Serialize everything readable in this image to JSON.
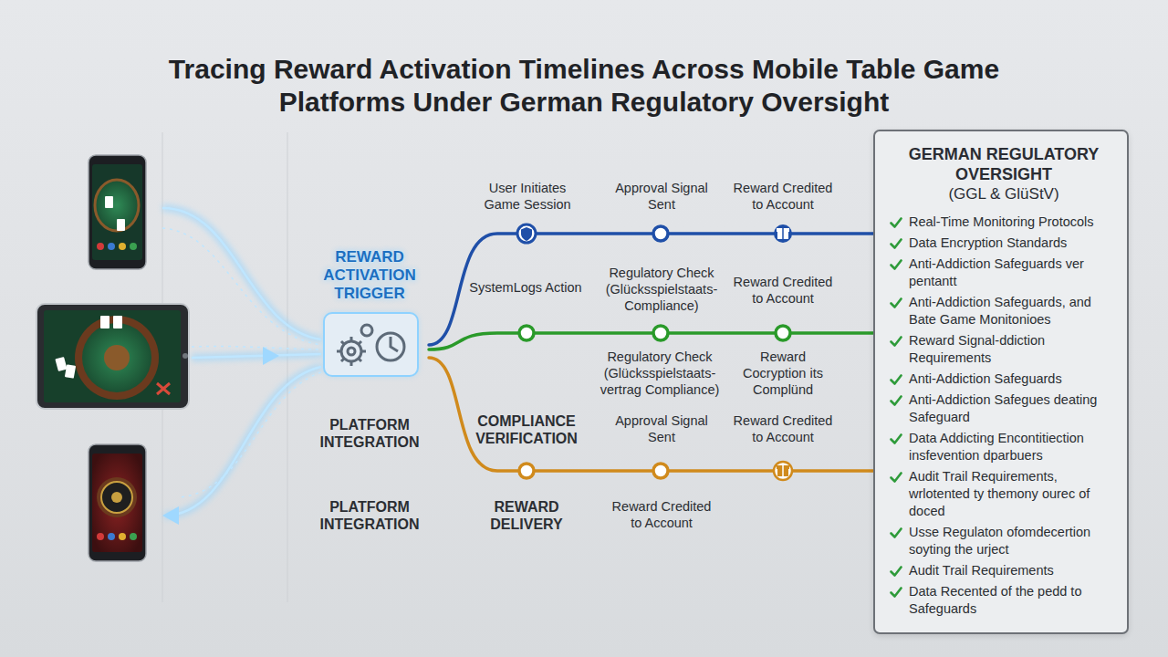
{
  "diagram": {
    "title": "Tracing Reward Activation Timelines Across Mobile Table Game Platforms Under German Regulatory Oversight",
    "nodes": [
      {
        "text": [
          "REWARD ACTIVATION TRIGGER"
        ]
      },
      {
        "text": [
          "GERMAN REGULATORY OVERSIGHT",
          "(GGL & GlüStV)",
          "Real-Time Monitoring Protocols",
          "Data Encryption Standards",
          "Anti-Addiction Safeguards ver pentantt",
          "Anti-Addiction Safeguards, and Bate Game Monitonioes",
          "Reward Signal-ddiction Requirements",
          "Anti-Addiction Safeguards",
          "Anti-Addiction Safegues deating Safeguard",
          "Data Addicting Encontitiection insfevention dparbuers",
          "Audit Trail Requirements, wrlotented ty themony ourec of doced",
          "Usse Regulaton ofomdecertion soyting the urject",
          "Audit Trail Requirements",
          "Data Recented of the pedd to Safeguards"
        ]
      }
    ],
    "edges": [
      {
        "from": 0,
        "to": 1,
        "arrow": "none"
      },
      {
        "from": 0,
        "to": 1,
        "arrow": "none"
      },
      {
        "from": 0,
        "to": 1,
        "arrow": "none"
      }
    ],
    "labels": [
      "User Initiates Game Session",
      "Approval Signal Sent",
      "Reward Credited to Account",
      "SystemLogs Action",
      "Regulatory Check (Glücksspielstaats-Compliance)",
      "Reward Credited to Account",
      "Regulatory Check (Glücksspielstaats-vertrag Compliance)",
      "Reward Cocryption its Complünd",
      "PLATFORM INTEGRATION",
      "COMPLIANCE VERIFICATION",
      "Approval Signal Sent",
      "Reward Credited to Account",
      "PLATFORM INTEGRATION",
      "REWARD DELIVERY",
      "Reward Credited to Account"
    ]
  }
}
